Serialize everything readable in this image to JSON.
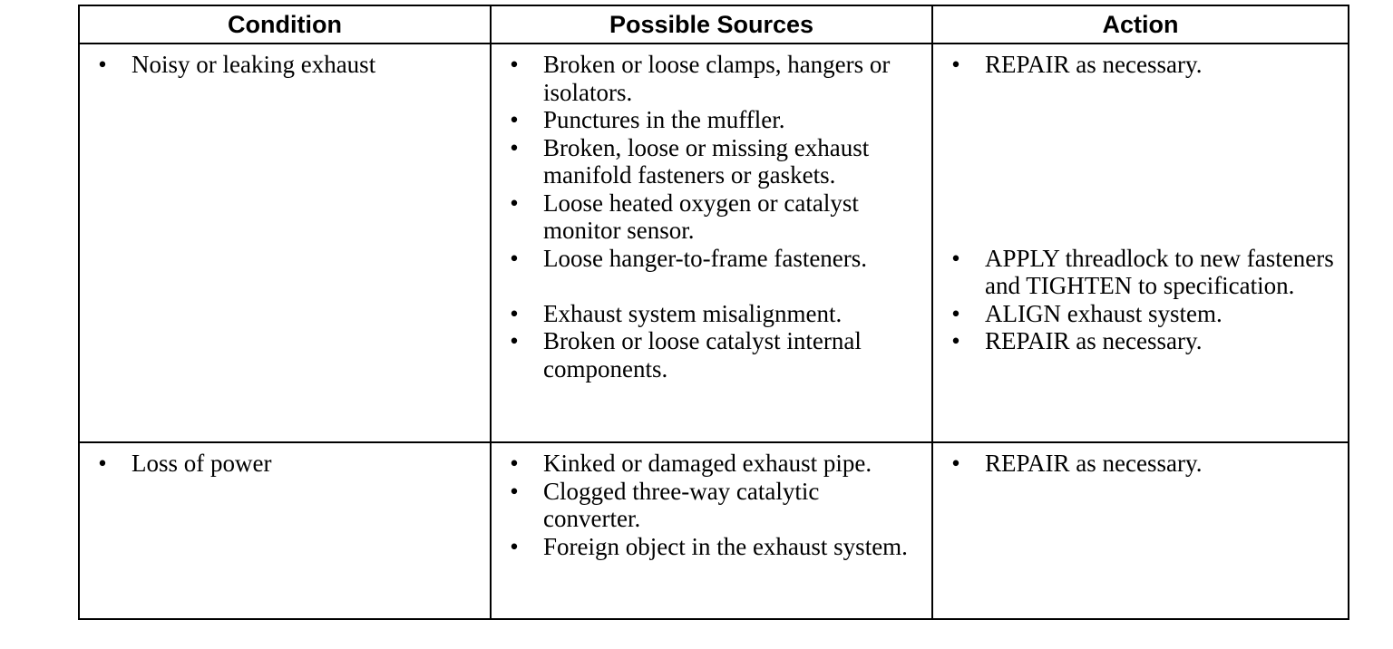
{
  "headers": {
    "condition": "Condition",
    "sources": "Possible Sources",
    "action": "Action"
  },
  "bullet": "•",
  "rows": [
    {
      "condition": "Noisy or leaking exhaust",
      "sources": [
        "Broken or loose clamps, hangers or isolators.",
        "Punctures in the muffler.",
        "Broken, loose or missing exhaust manifold fasteners or gaskets.",
        "Loose heated oxygen or catalyst monitor sensor.",
        "Loose hanger-to-frame fasteners.",
        "Exhaust system misalignment.",
        "Broken or loose catalyst internal components."
      ],
      "actions": [
        "REPAIR as necessary.",
        "APPLY threadlock to new fasteners and TIGHTEN to specification.",
        "ALIGN exhaust system.",
        "REPAIR as necessary."
      ]
    },
    {
      "condition": "Loss of power",
      "sources": [
        "Kinked or damaged exhaust pipe.",
        "Clogged three-way catalytic converter.",
        "Foreign object in the exhaust system."
      ],
      "actions": [
        "REPAIR as necessary."
      ]
    }
  ]
}
